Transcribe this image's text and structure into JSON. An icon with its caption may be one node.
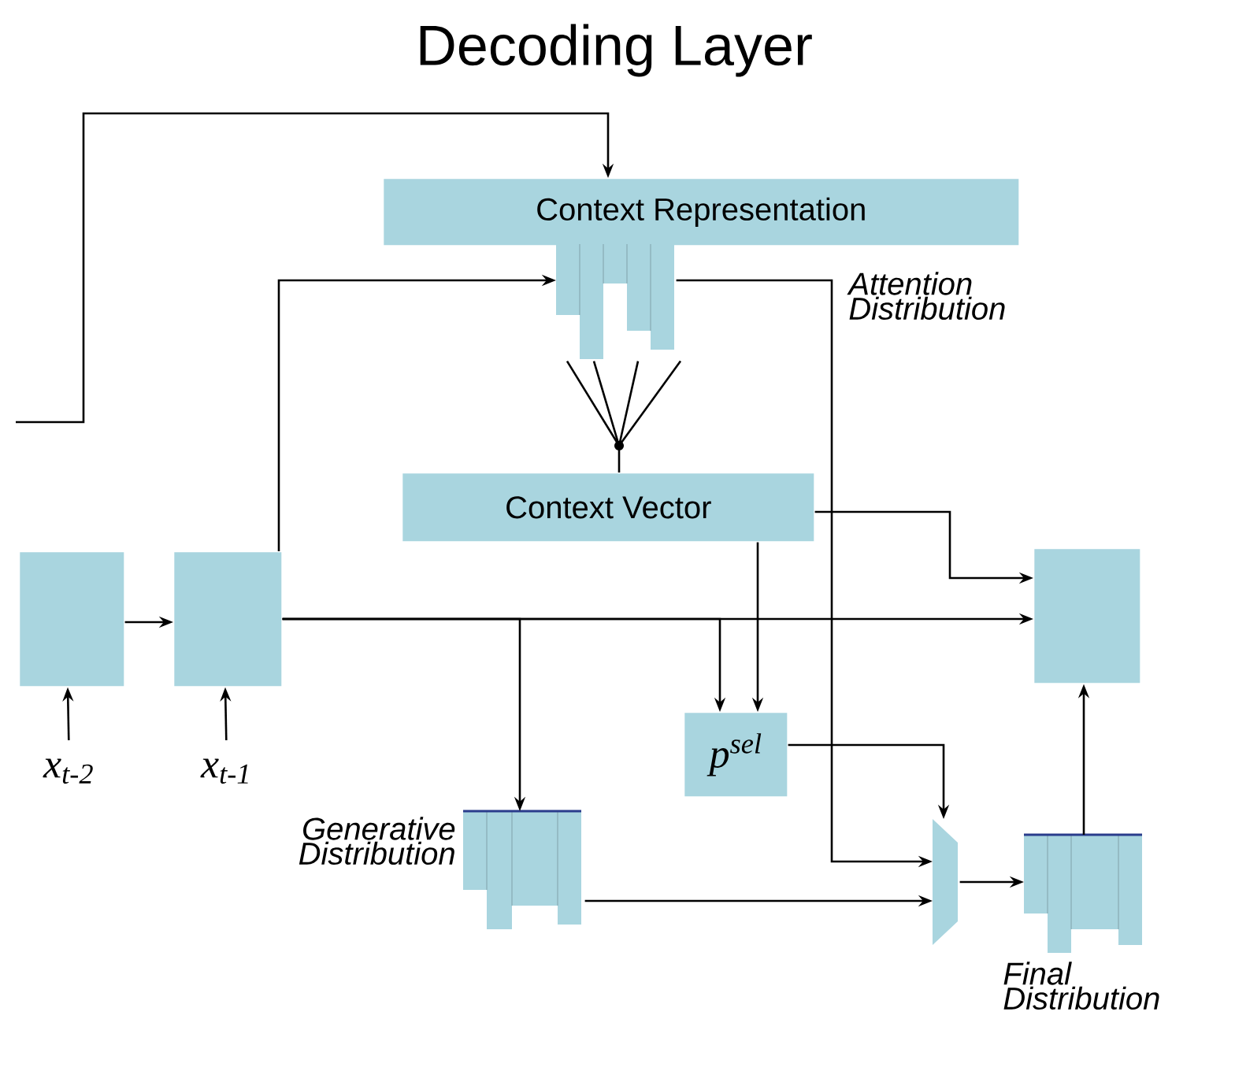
{
  "diagram": {
    "title": "Decoding Layer",
    "nodes": [
      {
        "text": [
          "Context Representation"
        ]
      },
      {
        "text": [],
        "shape": "bar"
      },
      {
        "text": [
          "Context Vector"
        ]
      },
      {
        "text": [],
        "shape": "box"
      },
      {
        "text": [],
        "shape": "box"
      },
      {
        "text": [],
        "shape": "box"
      },
      {
        "text": [
          "p$^{sel}$"
        ]
      },
      {
        "text": [],
        "shape": "bar",
        "beside": [
          "Generative Distribution"
        ]
      },
      {
        "text": [],
        "shape": "trapezoid"
      },
      {
        "text": [],
        "shape": "bar",
        "beside": [
          "Final Distribution"
        ]
      },
      {
        "text": [
          "x$_{t-2}$"
        ]
      },
      {
        "text": [
          "x$_{t-1}$"
        ]
      }
    ],
    "edges": [
      {
        "from": null,
        "to": 0,
        "arrow": "to"
      },
      {
        "from": 3,
        "to": 4,
        "arrow": "to"
      },
      {
        "from": 10,
        "to": 3,
        "arrow": "to"
      },
      {
        "from": 11,
        "to": 4,
        "arrow": "to"
      },
      {
        "from": 4,
        "to": 1,
        "arrow": "to"
      },
      {
        "from": 4,
        "to": 5,
        "arrow": "to"
      },
      {
        "from": 4,
        "to": 7,
        "arrow": "to"
      },
      {
        "from": 4,
        "to": 6,
        "arrow": "to"
      },
      {
        "from": 2,
        "to": 6,
        "arrow": "to"
      },
      {
        "from": 2,
        "to": 5,
        "arrow": "to"
      },
      {
        "from": 1,
        "to": 2,
        "arrow": "none"
      },
      {
        "from": 1,
        "to": 8,
        "arrow": "to"
      },
      {
        "from": 6,
        "to": 8,
        "arrow": "to"
      },
      {
        "from": 7,
        "to": 8,
        "arrow": "to"
      },
      {
        "from": 8,
        "to": 9,
        "arrow": "to"
      },
      {
        "from": 9,
        "to": 5,
        "arrow": "to"
      }
    ],
    "labels": [
      "Attention Distribution"
    ]
  }
}
